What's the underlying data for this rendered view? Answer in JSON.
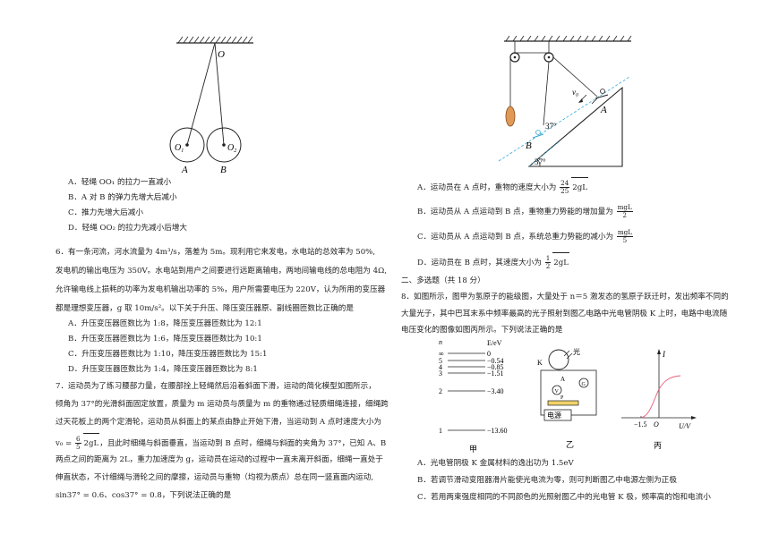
{
  "left": {
    "fig4": {
      "label_o": "O",
      "label_o1": "O",
      "label_o1_sub": "1",
      "label_o2": "O",
      "label_o2_sub": "2",
      "label_a": "A",
      "label_b": "B"
    },
    "q5_options": [
      "A．轻绳 OO₁ 的拉力一直减小",
      "B．A 对 B 的弹力先增大后减小",
      "C．推力先增大后减小",
      "D．轻绳 OO₂ 的拉力先减小后增大"
    ],
    "q6_lines": [
      "6．有一条河流，河水流量为 4m³/s，落差为 5m。现利用它来发电，水电站的总效率为 50%,",
      "发电机的输出电压为 350V。水电站到用户之间要进行远距离输电，两地间输电线的总电阻为 4Ω,",
      "允许输电线上损耗的功率为发电机输出功率的 5%，用户所需要电压为 220V，认为所用的变压器",
      "都是理想变压器，g 取 10m/s²。以下关于升压、降压变压器原、副线圈匝数比正确的是"
    ],
    "q6_options": [
      "A．升压变压器匝数比为 1:8，降压变压器匝数比为 12:1",
      "B．升压变压器匝数比为 1:6，降压变压器匝数比为 10:1",
      "C．升压变压器匝数比为 1:10，降压变压器匝数比为 15:1",
      "D．升压变压器匝数比为 1:4，降压变压器匝数比为 8:1"
    ],
    "q7_lines": [
      "7．运动员为了练习腰部力量，在腰部拴上轻绳然后沿着斜面下滑，运动的简化模型如图所示，",
      "倾角为 37°的光滑斜面固定放置，质量为 m 运动员与质量为 m 的重物通过轻质细绳连接，细绳跨",
      "过天花板上的两个定滑轮，运动员从斜面上的某点由静止开始下滑，当运动到 A 点时速度大小为"
    ],
    "q7_v0_prefix": "v₀ =",
    "q7_v0_num": "6",
    "q7_v0_den": "5",
    "q7_v0_root": "2gL",
    "q7_v0_suffix": "，且此时细绳与斜面垂直，当运动到 B 点时，细绳与斜面的夹角为 37°，已知 A、B",
    "q7_lines2": [
      "两点之间的距离为 2L，重力加速度为 g，运动员在运动的过程中一直未离开斜面，细绳一直处于",
      "伸直状态，不计细绳与滑轮之间的摩擦，运动员与重物（均视为质点）总在同一竖直面内运动,",
      "sin37° = 0.6、cos37° = 0.8，下列说法正确的是"
    ]
  },
  "right": {
    "fig7": {
      "label_v0": "v₀",
      "label_a": "A",
      "label_b": "B",
      "label_37_top": "37°",
      "label_37_bottom": "37°"
    },
    "q7_opt_a_prefix": "A．运动员在 A 点时，重物的速度大小为",
    "q7_opt_a_num": "24",
    "q7_opt_a_den": "25",
    "q7_opt_a_root": "2gL",
    "q7_opt_b_prefix": "B．运动员从 A 点运动到 B 点，重物重力势能的增加量为",
    "q7_opt_b_num": "mgL",
    "q7_opt_b_den": "2",
    "q7_opt_c_prefix": "C．运动员从 A 点运动到 B 点，系统总重力势能的减小为",
    "q7_opt_c_num": "mgL",
    "q7_opt_c_den": "5",
    "q7_opt_d_prefix": "D．运动员在 B 点时，其速度大小为",
    "q7_opt_d_num": "1",
    "q7_opt_d_den": "2",
    "q7_opt_d_root": "2gL",
    "section2": "二、多选题（共 18 分）",
    "q8_lines": [
      "8．如图所示，图甲为氢原子的能级图，大量处于 n＝5 激发态的氢原子跃迁时，发出频率不同的",
      "大量光子，其中巴耳末系中频率最高的光子照射到图乙电路中光电管阴极 K 上时，电路中电流随",
      "电压变化的图像如图丙所示。下列说法正确的是"
    ],
    "fig8": {
      "n_header": "n",
      "e_header": "E/eV",
      "levels": [
        {
          "n": "∞",
          "e": "0"
        },
        {
          "n": "5",
          "e": "−0.54"
        },
        {
          "n": "4",
          "e": "−0.85"
        },
        {
          "n": "3",
          "e": "−1.51"
        },
        {
          "n": "2",
          "e": "−3.40"
        },
        {
          "n": "1",
          "e": "−13.60"
        }
      ],
      "caption_jia": "甲",
      "caption_yi": "乙",
      "caption_bing": "丙",
      "light": "光",
      "label_k": "K",
      "label_a": "A",
      "label_g": "G",
      "label_v": "V",
      "label_p": "P",
      "power": "电源",
      "i_axis": "I",
      "u_axis": "U/V",
      "neg_value": "−1.5",
      "origin": "O"
    },
    "q8_options": [
      "A．光电管阴极 K 金属材料的逸出功为 1.5eV",
      "B．若调节滑动变阻器滑片能使光电流为零，则可判断图乙中电源左侧为正极",
      "C．若用两束强度相同的不同颜色的光照射图乙中的光电管 K 极，频率高的饱和电流小"
    ]
  }
}
